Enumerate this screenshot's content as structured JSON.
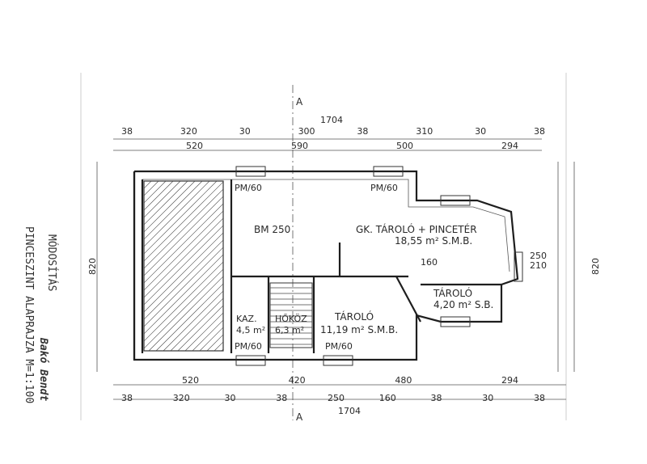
{
  "side_title": {
    "line1": "MÓDOSÍTÁS",
    "line2": "PINCESZINT ALAPRAJZA M=1:100",
    "signature": "Bakó Bendt"
  },
  "section_marks": {
    "top": "A",
    "bottom": "A"
  },
  "rooms": {
    "main": "BM 250",
    "storage_cellar_title": "GK. TÁROLÓ + PINCETÉR",
    "storage_cellar_area": "18,55 m² S.M.B.",
    "storage_right_title": "TÁROLÓ",
    "storage_right_area": "4,20 m² S.B.",
    "storage_lower_title": "TÁROLÓ",
    "storage_lower_area": "11,19 m² S.M.B.",
    "boiler_title": "KAZ.",
    "boiler_area": "4,5 m²",
    "heater_title": "HŐKÖZ",
    "heater_area": "6,3 m²"
  },
  "dimensions": {
    "top_overall": "1704",
    "top_row1": [
      "38",
      "320",
      "30",
      "300",
      "38",
      "310",
      "30",
      "38"
    ],
    "top_row2": [
      "520",
      "590",
      "500",
      "294"
    ],
    "bottom_row1": [
      "520",
      "420",
      "480",
      "294"
    ],
    "bottom_row2": [
      "38",
      "320",
      "30",
      "38",
      "250",
      "160",
      "38",
      "30",
      "38"
    ],
    "bottom_overall": "1704",
    "left_side": "820",
    "right_side": "820",
    "right_mid": [
      "250",
      "210"
    ],
    "center_mark": "160",
    "window_label": "PM/60"
  }
}
